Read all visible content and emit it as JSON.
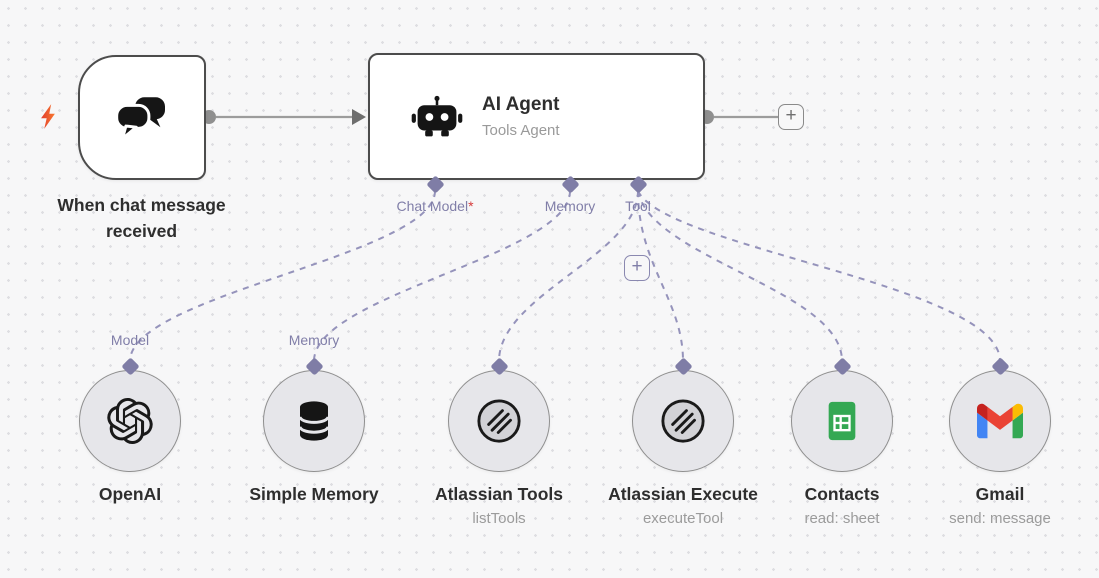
{
  "trigger": {
    "title": "When chat message received"
  },
  "agent": {
    "title": "AI Agent",
    "subtitle": "Tools Agent",
    "ports": {
      "chat_model": "Chat Model",
      "required_mark": "*",
      "memory": "Memory",
      "tool": "Tool"
    }
  },
  "buttons": {
    "add_after_agent": "+",
    "add_tool": "+"
  },
  "sub_nodes": [
    {
      "port_label": "Model",
      "title": "OpenAI",
      "subtitle": ""
    },
    {
      "port_label": "Memory",
      "title": "Simple Memory",
      "subtitle": ""
    },
    {
      "port_label": "",
      "title": "Atlassian Tools",
      "subtitle": "listTools"
    },
    {
      "port_label": "",
      "title": "Atlassian Execute",
      "subtitle": "executeTool"
    },
    {
      "port_label": "",
      "title": "Contacts",
      "subtitle": "read: sheet"
    },
    {
      "port_label": "",
      "title": "Gmail",
      "subtitle": "send: message"
    }
  ],
  "icons": {
    "trigger_badge": "lightning-bolt",
    "trigger": "chat-bubbles",
    "agent": "robot",
    "sub_node_icons": [
      "openai-logo",
      "database",
      "mcp-circle",
      "mcp-circle",
      "google-sheets",
      "gmail"
    ]
  },
  "colors": {
    "port_accent": "#7f7da6",
    "dashed_connection": "#9593bb",
    "solid_connection": "#9c9c9c",
    "node_border": "#4c4c4c",
    "subnode_fill": "#e6e6ea",
    "required": "#d63c3c",
    "bolt_red": "#e8432e",
    "sheets_green": "#34a853",
    "gmail_red": "#ea4335",
    "title_text": "#2e2e2e",
    "muted_text": "#9b9b9b"
  }
}
